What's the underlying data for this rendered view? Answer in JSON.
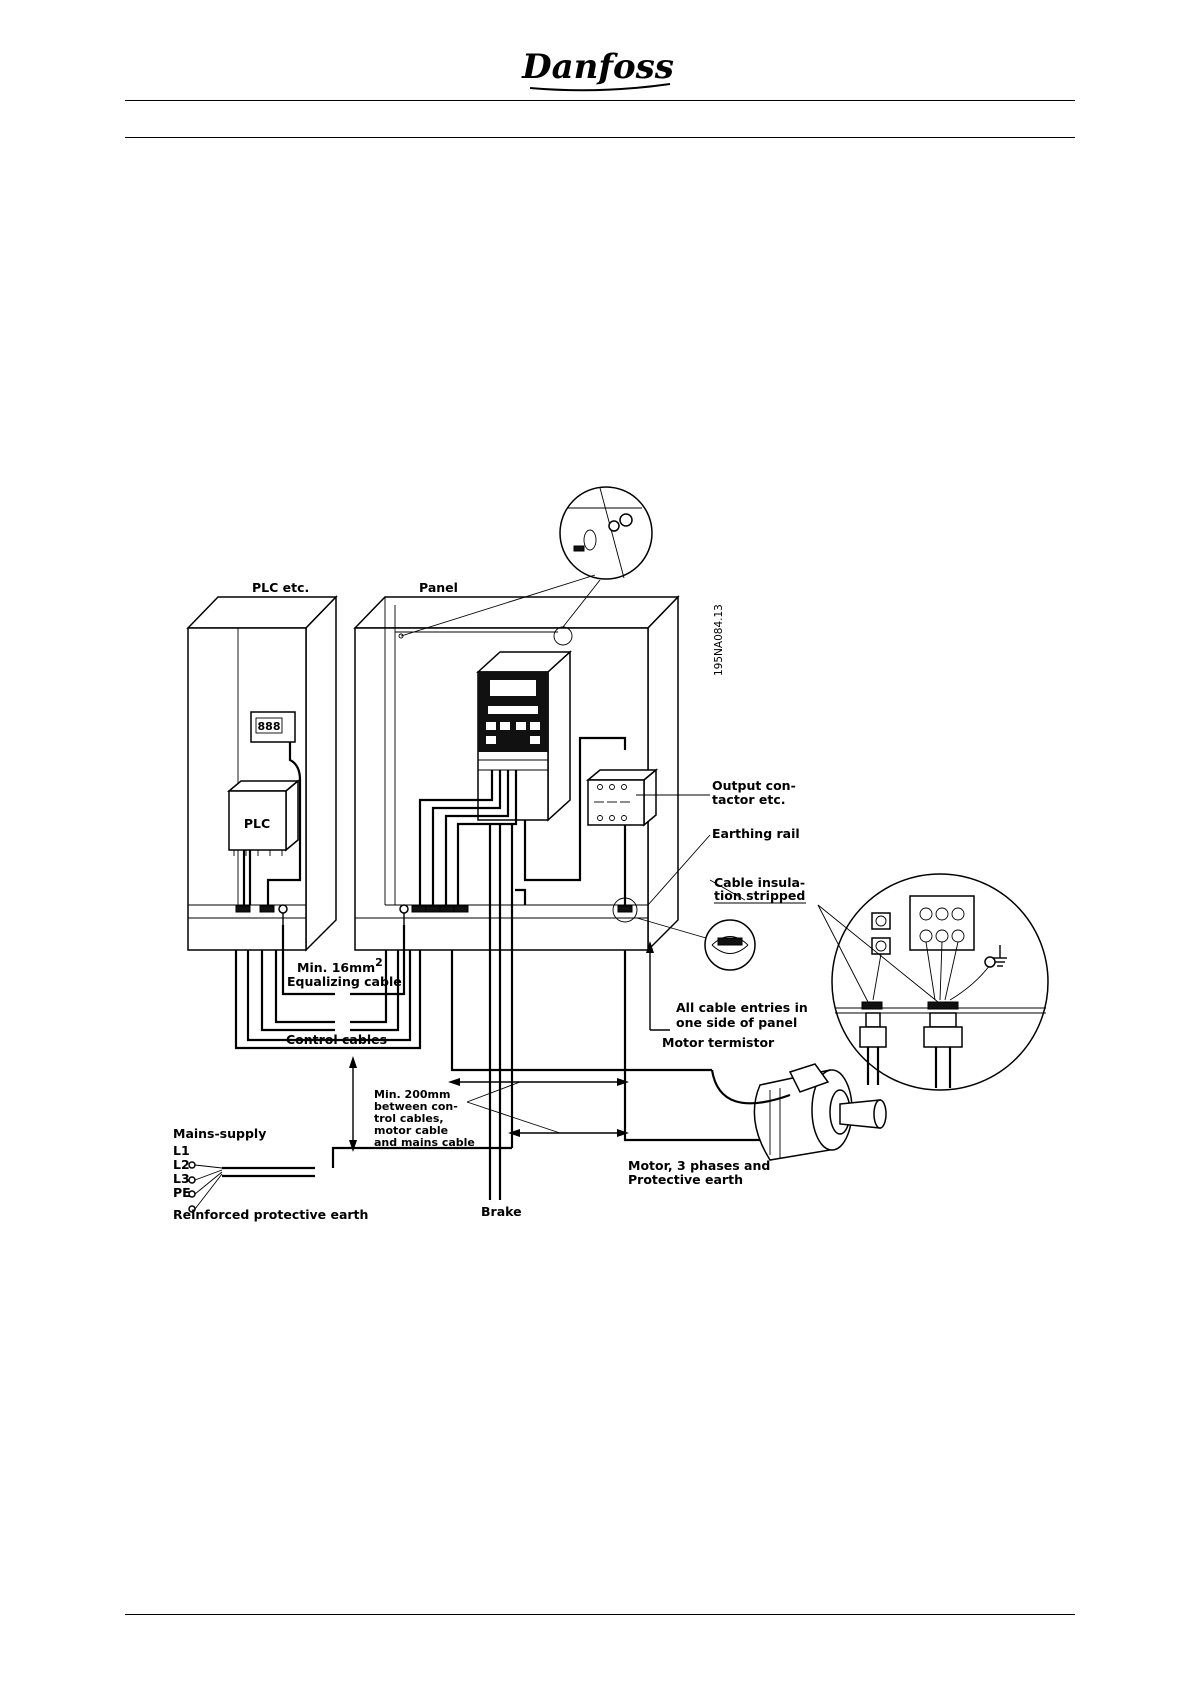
{
  "header": {
    "brand": "Danfoss"
  },
  "diagram": {
    "code": "195NA084.13",
    "labels": {
      "plc_etc": "PLC etc.",
      "panel": "Panel",
      "plc": "PLC",
      "display": "888",
      "output_contactor_1": "Output con-",
      "output_contactor_2": "tactor etc.",
      "earthing_rail": "Earthing rail",
      "cable_insulation_1": "Cable insula-",
      "cable_insulation_2": "tion stripped",
      "min16_1": "Min. 16mm",
      "min16_sup": "2",
      "min16_2": "Equalizing cable",
      "all_entries_1": "All cable entries in",
      "all_entries_2": "one side of panel",
      "control_cables": "Control cables",
      "motor_termistor": "Motor termistor",
      "min200_1": "Min. 200mm",
      "min200_2": "between con-",
      "min200_3": "trol cables,",
      "min200_4": "motor cable",
      "min200_5": "and mains cable",
      "mains_supply": "Mains-supply",
      "l1": "L1",
      "l2": "L2",
      "l3": "L3",
      "pe": "PE",
      "motor_1": "Motor, 3 phases and",
      "motor_2": "Protective earth",
      "reinforced": "Reinforced protective earth",
      "brake": "Brake"
    }
  }
}
